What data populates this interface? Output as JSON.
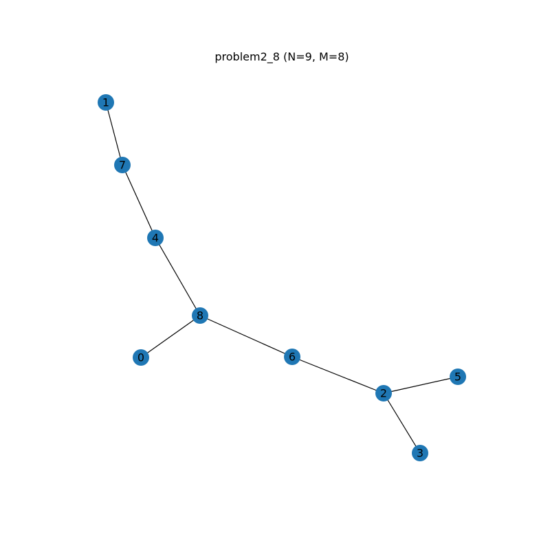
{
  "title": "problem2_8 (N=9, M=8)",
  "node_color": "#1f77b4",
  "edge_color": "#000000",
  "nodes": [
    "0",
    "1",
    "2",
    "3",
    "4",
    "5",
    "6",
    "7",
    "8"
  ],
  "edges": [
    [
      "1",
      "7"
    ],
    [
      "7",
      "4"
    ],
    [
      "4",
      "8"
    ],
    [
      "8",
      "0"
    ],
    [
      "8",
      "6"
    ],
    [
      "6",
      "2"
    ],
    [
      "2",
      "5"
    ],
    [
      "2",
      "3"
    ]
  ]
}
